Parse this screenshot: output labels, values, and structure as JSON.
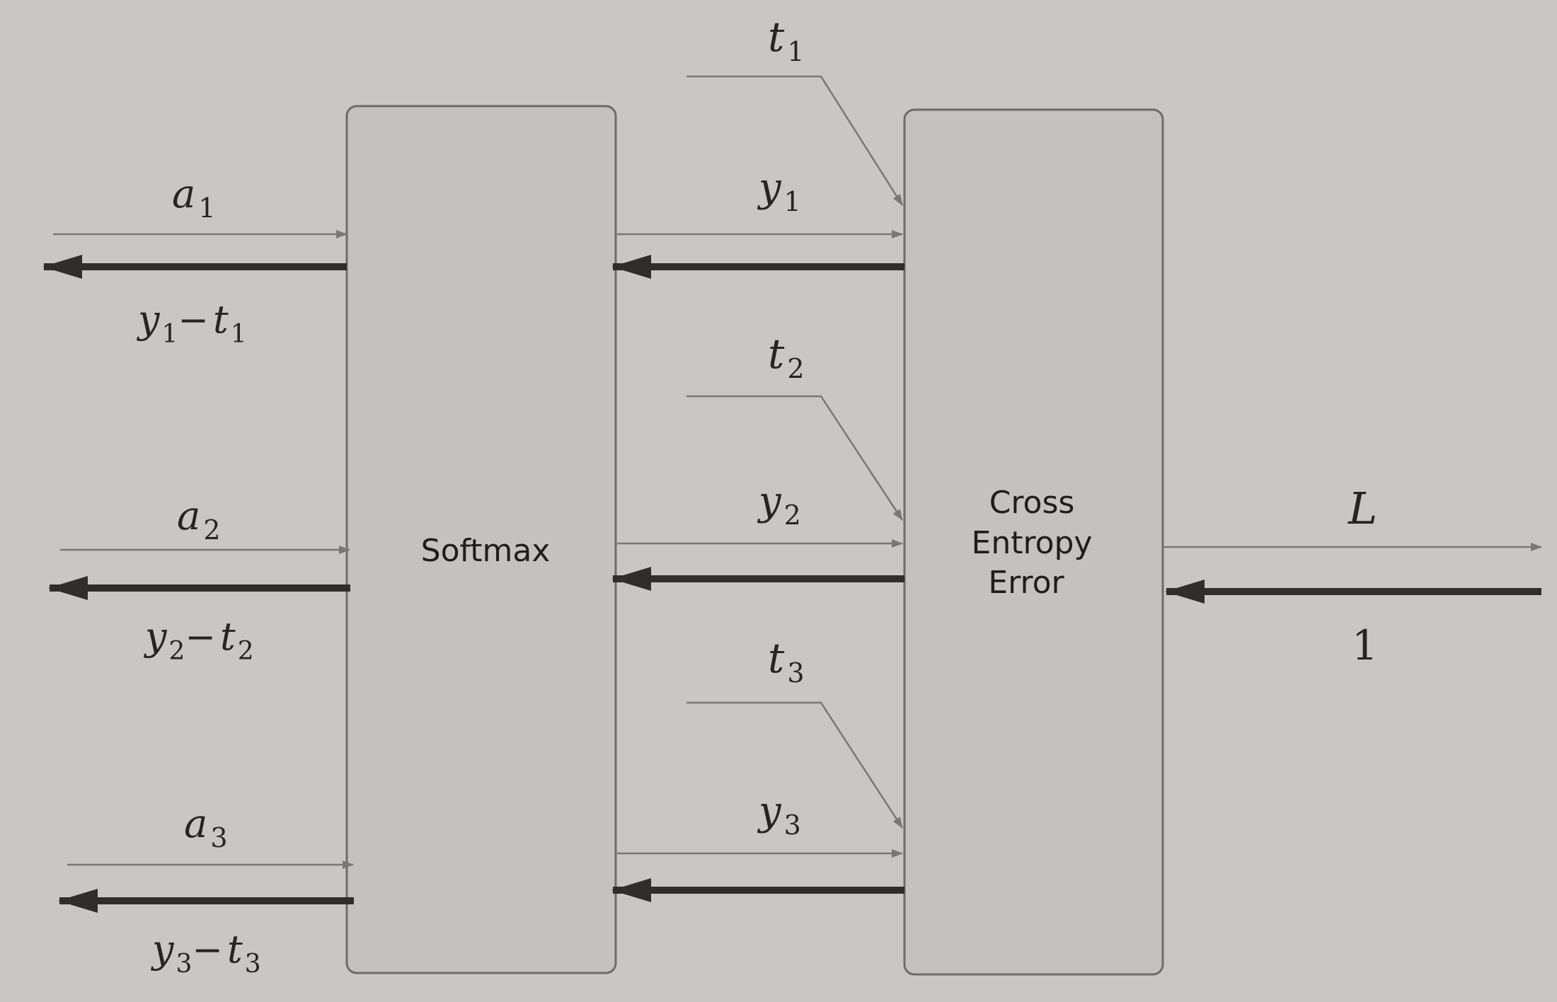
{
  "nodes": {
    "softmax": "Softmax",
    "cross_entropy": [
      "Cross",
      "Entropy",
      "Error"
    ]
  },
  "labels": {
    "a1": {
      "base": "a",
      "sub": "1"
    },
    "a2": {
      "base": "a",
      "sub": "2"
    },
    "a3": {
      "base": "a",
      "sub": "3"
    },
    "y1": {
      "base": "y",
      "sub": "1"
    },
    "y2": {
      "base": "y",
      "sub": "2"
    },
    "y3": {
      "base": "y",
      "sub": "3"
    },
    "t1": {
      "base": "t",
      "sub": "1"
    },
    "t2": {
      "base": "t",
      "sub": "2"
    },
    "t3": {
      "base": "t",
      "sub": "3"
    },
    "g1": {
      "a": "y",
      "as": "1",
      "b": "t",
      "bs": "1"
    },
    "g2": {
      "a": "y",
      "as": "2",
      "b": "t",
      "bs": "2"
    },
    "g3": {
      "a": "y",
      "as": "3",
      "b": "t",
      "bs": "3"
    },
    "L": "L",
    "one": "1"
  },
  "colors": {
    "background": "#c9c7c5",
    "box_fill": "#c4c2c0",
    "forward_arrow": "#7a7876",
    "backward_arrow": "#2f2e2d"
  }
}
